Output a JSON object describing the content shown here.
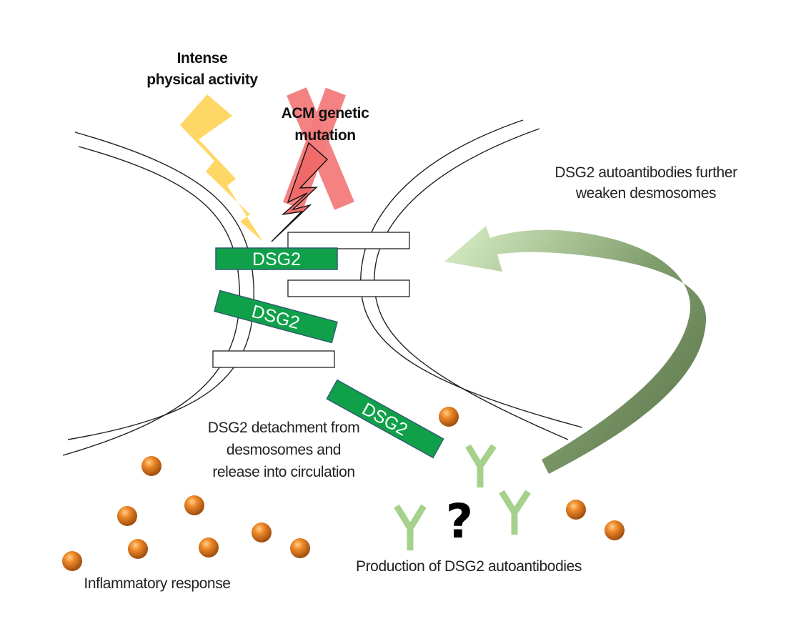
{
  "labels": {
    "physical_activity_line1": "Intense",
    "physical_activity_line2": "physical activity",
    "mutation_line1": "ACM genetic",
    "mutation_line2": "mutation",
    "feedback_line1": "DSG2 autoantibodies further",
    "feedback_line2": "weaken desmosomes",
    "detachment_line1": "DSG2 detachment from",
    "detachment_line2": "desmosomes and",
    "detachment_line3": "release into circulation",
    "production": "Production of DSG2 autoantibodies",
    "inflammatory": "Inflammatory  response",
    "question": "?"
  },
  "dsg2_blocks": [
    "DSG2",
    "DSG2",
    "DSG2"
  ],
  "colors": {
    "dsg2_fill": "#10a04a",
    "dsg2_border": "#2c5f6e",
    "lightning_yellow": "#ffd766",
    "mutation_x": "#f47b7b",
    "mutation_bolt": "#f06a6a",
    "arrow_dark": "#6d8a5c",
    "arrow_light": "#c4dcb0",
    "antibody": "#a5d18d",
    "cytokine": "#e07a22"
  },
  "icons": {
    "environmental_trigger": "lightning-bolt-icon",
    "genetic_trigger": "crossed-lightning-icon",
    "antibody": "y-antibody-icon",
    "cytokine": "orange-sphere-icon"
  }
}
